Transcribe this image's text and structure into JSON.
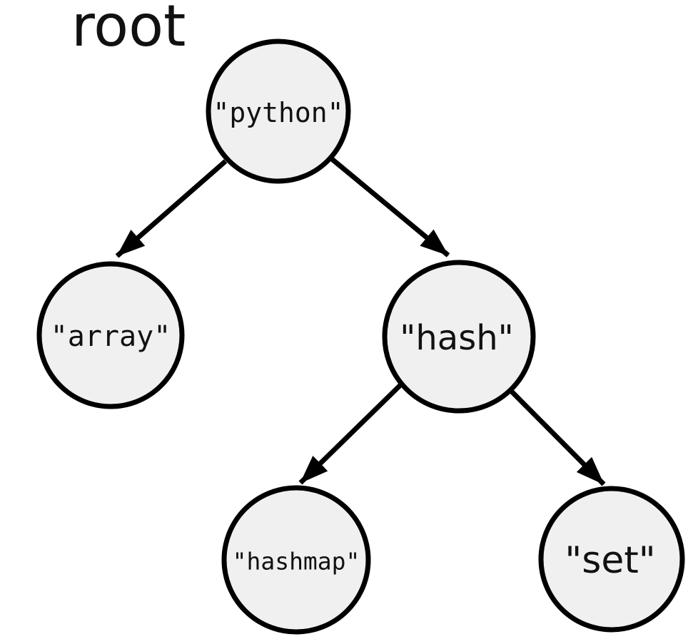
{
  "diagram": {
    "type": "binary-tree",
    "root_label": "root",
    "colors": {
      "background": "#ffffff",
      "node_fill": "#f0f0f0",
      "node_stroke": "#000000",
      "edge_stroke": "#000000",
      "text": "#111111"
    },
    "nodes": [
      {
        "id": "python",
        "label": "\"python\"",
        "level": 0
      },
      {
        "id": "array",
        "label": "\"array\"",
        "level": 1
      },
      {
        "id": "hash",
        "label": "\"hash\"",
        "level": 1
      },
      {
        "id": "hashmap",
        "label": "\"hashmap\"",
        "level": 2
      },
      {
        "id": "set",
        "label": "\"set\"",
        "level": 2
      }
    ],
    "edges": [
      {
        "from": "python",
        "to": "array"
      },
      {
        "from": "python",
        "to": "hash"
      },
      {
        "from": "hash",
        "to": "hashmap"
      },
      {
        "from": "hash",
        "to": "set"
      }
    ]
  }
}
